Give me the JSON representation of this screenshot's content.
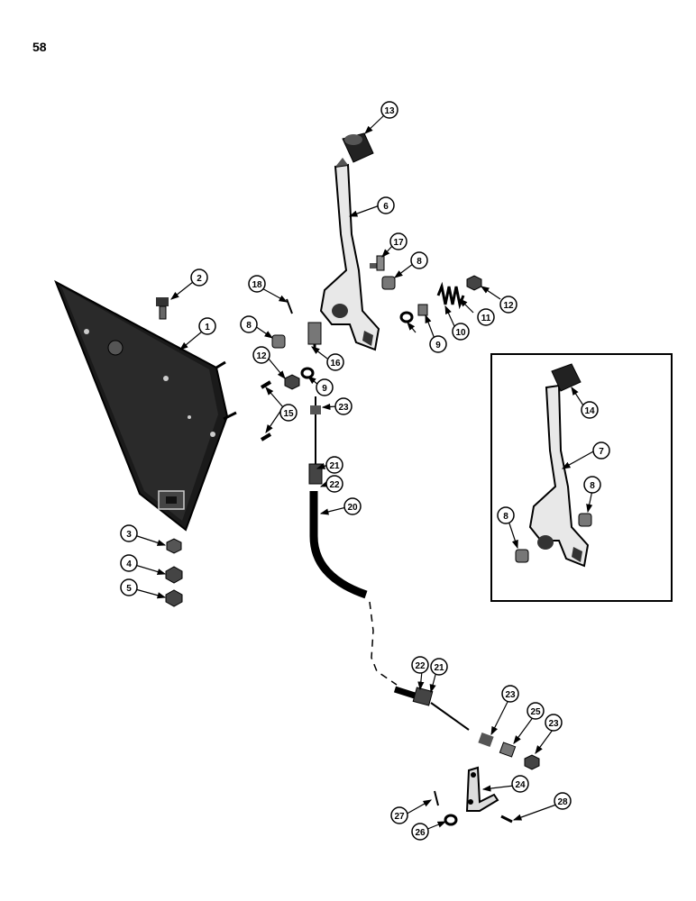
{
  "page_number": "58",
  "callouts": [
    {
      "id": "c1",
      "label": "1"
    },
    {
      "id": "c2",
      "label": "2"
    },
    {
      "id": "c3",
      "label": "3"
    },
    {
      "id": "c4",
      "label": "4"
    },
    {
      "id": "c5",
      "label": "5"
    },
    {
      "id": "c6",
      "label": "6"
    },
    {
      "id": "c7",
      "label": "7"
    },
    {
      "id": "c8a",
      "label": "8"
    },
    {
      "id": "c8b",
      "label": "8"
    },
    {
      "id": "c8c",
      "label": "8"
    },
    {
      "id": "c8d",
      "label": "8"
    },
    {
      "id": "c9a",
      "label": "9"
    },
    {
      "id": "c9b",
      "label": "9"
    },
    {
      "id": "c10",
      "label": "10"
    },
    {
      "id": "c11",
      "label": "11"
    },
    {
      "id": "c12a",
      "label": "12"
    },
    {
      "id": "c12b",
      "label": "12"
    },
    {
      "id": "c13",
      "label": "13"
    },
    {
      "id": "c14",
      "label": "14"
    },
    {
      "id": "c15",
      "label": "15"
    },
    {
      "id": "c16",
      "label": "16"
    },
    {
      "id": "c17",
      "label": "17"
    },
    {
      "id": "c18",
      "label": "18"
    },
    {
      "id": "c20",
      "label": "20"
    },
    {
      "id": "c21a",
      "label": "21"
    },
    {
      "id": "c21b",
      "label": "21"
    },
    {
      "id": "c22a",
      "label": "22"
    },
    {
      "id": "c22b",
      "label": "22"
    },
    {
      "id": "c23a",
      "label": "23"
    },
    {
      "id": "c23b",
      "label": "23"
    },
    {
      "id": "c23c",
      "label": "23"
    },
    {
      "id": "c24",
      "label": "24"
    },
    {
      "id": "c25",
      "label": "25"
    },
    {
      "id": "c26",
      "label": "26"
    },
    {
      "id": "c27",
      "label": "27"
    },
    {
      "id": "c28",
      "label": "28"
    }
  ],
  "colors": {
    "ink": "#000000",
    "paper": "#ffffff",
    "shade": "#1a1a1a"
  }
}
